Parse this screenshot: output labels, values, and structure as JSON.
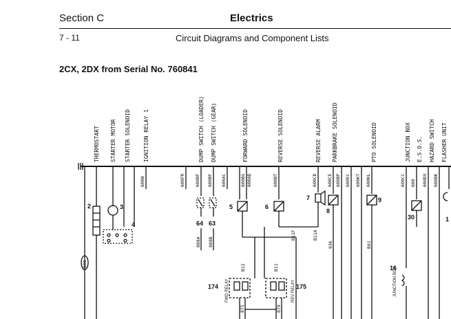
{
  "header": {
    "section": "Section C",
    "title": "Electrics",
    "page": "7 - 11",
    "subtitle": "Circuit Diagrams and Component Lists"
  },
  "serial_title": "2CX, 2DX from Serial No. 760841",
  "components": [
    {
      "label": "THERMOSTART"
    },
    {
      "label": "STARTER MOTOR"
    },
    {
      "label": "STARTER SOLENOID"
    },
    {
      "label": "IGNITION RELAY 1"
    },
    {
      "label": "DUMP SWITCH (LOADER)"
    },
    {
      "label": "DUMP SWITCH (GEAR)"
    },
    {
      "label": "FORWARD SOLENOID"
    },
    {
      "label": "REVERSE SOLENOID"
    },
    {
      "label": "REVERSE ALARM"
    },
    {
      "label": "PARKBRAKE SOLENOID"
    },
    {
      "label": "PTO SOLENOID"
    },
    {
      "label": "JUNCTION BOX"
    },
    {
      "label": "E.S.O.S."
    },
    {
      "label": "HAZARD SWITCH"
    },
    {
      "label": "FLASHER UNIT"
    }
  ],
  "wires": [
    "600W",
    "600FR",
    "600BF",
    "600BF",
    "600AC",
    "600BG",
    "600AD",
    "600BT",
    "600CD",
    "600CE",
    "600BP",
    "600EC",
    "600KT",
    "600KL",
    "600CC",
    "600",
    "600DX",
    "600BK",
    "600",
    "B12",
    "B11",
    "B11F",
    "B11A",
    "936",
    "B91",
    "888A",
    "888B",
    "875",
    "879"
  ],
  "numbers": [
    "2",
    "3",
    "4",
    "5",
    "6",
    "7",
    "8",
    "9",
    "16",
    "30",
    "64",
    "63",
    "174",
    "175",
    "1"
  ],
  "small_labels": [
    "FWD RELAY",
    "REV RELAY",
    "JUNCTION BOX"
  ]
}
